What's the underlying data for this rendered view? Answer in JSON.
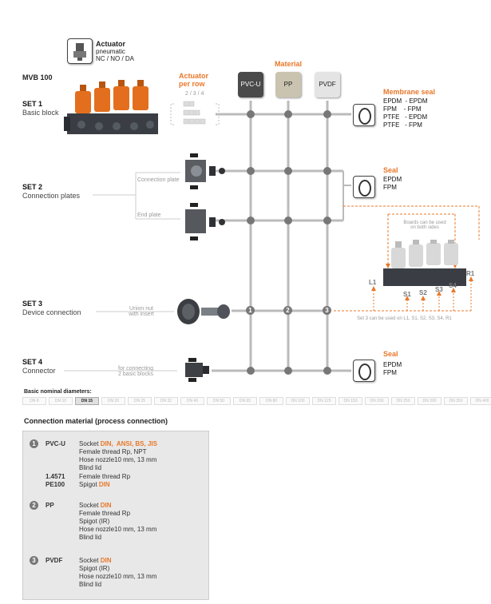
{
  "header": {
    "model": "MVB 100",
    "actuator_title": "Actuator",
    "actuator_type": "pneumatic",
    "actuator_modes": "NC / NO / DA",
    "actuator_per_row_title_1": "Actuator",
    "actuator_per_row_title_2": "per row",
    "actuator_counts": "2 / 3 / 4",
    "material_title": "Material"
  },
  "materials": [
    {
      "label": "PVC-U",
      "color": "#4a4a4a",
      "text_color": "#ffffff"
    },
    {
      "label": "PP",
      "color": "#c9c3b0",
      "text_color": "#222222"
    },
    {
      "label": "PVDF",
      "color": "#e4e4e4",
      "text_color": "#222222"
    }
  ],
  "sets": [
    {
      "title": "SET 1",
      "subtitle": "Basic block"
    },
    {
      "title": "SET 2",
      "subtitle": "Connection plates"
    },
    {
      "title": "SET 3",
      "subtitle": "Device connection"
    },
    {
      "title": "SET 4",
      "subtitle": "Connector"
    }
  ],
  "set2_labels": {
    "connection_plate": "Connection plate",
    "end_plate": "End plate"
  },
  "set3_labels": {
    "line1": "Union nut",
    "line2": "with insert"
  },
  "set4_labels": {
    "line1": "for connecting",
    "line2": "2 basic blocks"
  },
  "membrane_seal": {
    "title": "Membrane seal",
    "rows": [
      "EPDM  - EPDM",
      "FPM    - FPM",
      "PTFE   - EPDM",
      "PTFE   - FPM"
    ]
  },
  "seal_set2": {
    "title": "Seal",
    "rows": [
      "EPDM",
      "FPM"
    ]
  },
  "seal_set4": {
    "title": "Seal",
    "rows": [
      "EPDM",
      "FPM"
    ]
  },
  "boards_note": {
    "line1": "Boards can be used",
    "line2": "on both sides"
  },
  "port_labels": {
    "L1": "L1",
    "R1": "R1",
    "S1": "S1",
    "S2": "S2",
    "S3": "S3",
    "S4": "S4"
  },
  "set3_note": "Set 3 can be used on L1, S1, S2, S3, S4, R1",
  "node_numbers": [
    "1",
    "2",
    "3"
  ],
  "diameters": {
    "title": "Basic nominal diameters:",
    "values": [
      "DN 8",
      "DN 10",
      "DN 15",
      "DN 20",
      "DN 25",
      "DN 32",
      "DN 40",
      "DN 50",
      "DN 65",
      "DN 80",
      "DN 100",
      "DN 125",
      "DN 150",
      "DN 200",
      "DN 250",
      "DN 300",
      "DN 350",
      "DN 400"
    ],
    "active": "DN 15"
  },
  "connection_material": {
    "title": "Connection material (process connection)",
    "groups": [
      {
        "num": "1",
        "material": "PVC-U",
        "lines": [
          {
            "prefix": "Socket ",
            "highlight": "DIN,  ANSI, BS, JIS"
          },
          {
            "prefix": "Female thread Rp, NPT",
            "highlight": ""
          },
          {
            "prefix": "Hose nozzle10 mm, 13 mm",
            "highlight": ""
          },
          {
            "prefix": "Blind lid",
            "highlight": ""
          }
        ],
        "extra": [
          {
            "material": "1.4571",
            "prefix": "Female thread Rp",
            "highlight": ""
          },
          {
            "material": "PE100",
            "prefix": "Spigot ",
            "highlight": "DIN"
          }
        ]
      },
      {
        "num": "2",
        "material": "PP",
        "lines": [
          {
            "prefix": "Socket ",
            "highlight": "DIN"
          },
          {
            "prefix": "Female thread Rp",
            "highlight": ""
          },
          {
            "prefix": "Spigot (IR)",
            "highlight": ""
          },
          {
            "prefix": "Hose nozzle10 mm, 13 mm",
            "highlight": ""
          },
          {
            "prefix": "Blind lid",
            "highlight": ""
          }
        ]
      },
      {
        "num": "3",
        "material": "PVDF",
        "lines": [
          {
            "prefix": "Socket ",
            "highlight": "DIN"
          },
          {
            "prefix": "Spigot (IR)",
            "highlight": ""
          },
          {
            "prefix": "Hose nozzle10 mm, 13 mm",
            "highlight": ""
          },
          {
            "prefix": "Blind lid",
            "highlight": ""
          }
        ]
      }
    ]
  }
}
